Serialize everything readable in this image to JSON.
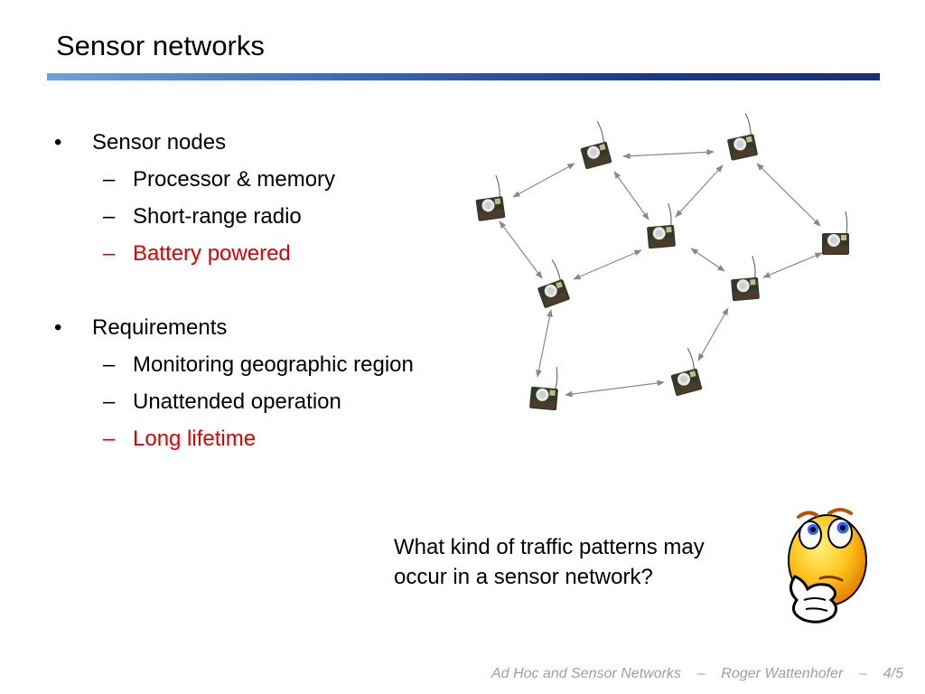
{
  "title": "Sensor networks",
  "bullets": [
    {
      "label": "Sensor nodes",
      "subs": [
        "Processor & memory",
        "Short-range radio",
        "Battery powered"
      ]
    },
    {
      "label": "Requirements",
      "subs": [
        "Monitoring geographic region",
        "Unattended operation",
        "Long lifetime"
      ]
    }
  ],
  "bullet_glyph": "•",
  "dash_glyph": "–",
  "highlight_color": "#e00000",
  "question_line1": "What kind of traffic patterns may",
  "question_line2": "occur in a sensor network?",
  "footer": {
    "course": "Ad Hoc and Sensor Networks",
    "sep": "–",
    "author": "Roger Wattenhofer",
    "page": "4/5"
  }
}
